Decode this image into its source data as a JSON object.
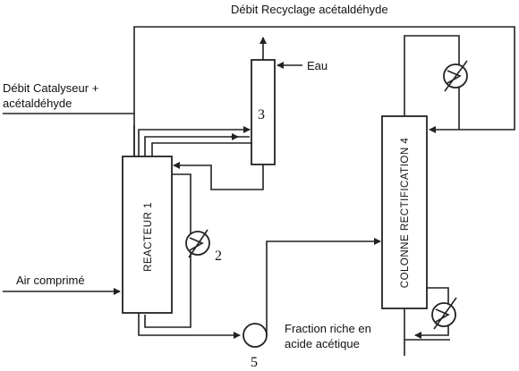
{
  "diagram": {
    "title_recycle": "Débit Recyclage acétaldéhyde",
    "label_catalyst_line1": "Débit Catalyseur +",
    "label_catalyst_line2": "acétaldéhyde",
    "label_water": "Eau",
    "label_air": "Air comprimé",
    "label_fraction_line1": "Fraction riche en",
    "label_fraction_line2": "acide acétique",
    "reactor_label": "REACTEUR 1",
    "column_label": "COLONNE RECTIFICATION 4",
    "num_exchanger": "2",
    "num_condenser": "3",
    "num_pump": "5"
  }
}
